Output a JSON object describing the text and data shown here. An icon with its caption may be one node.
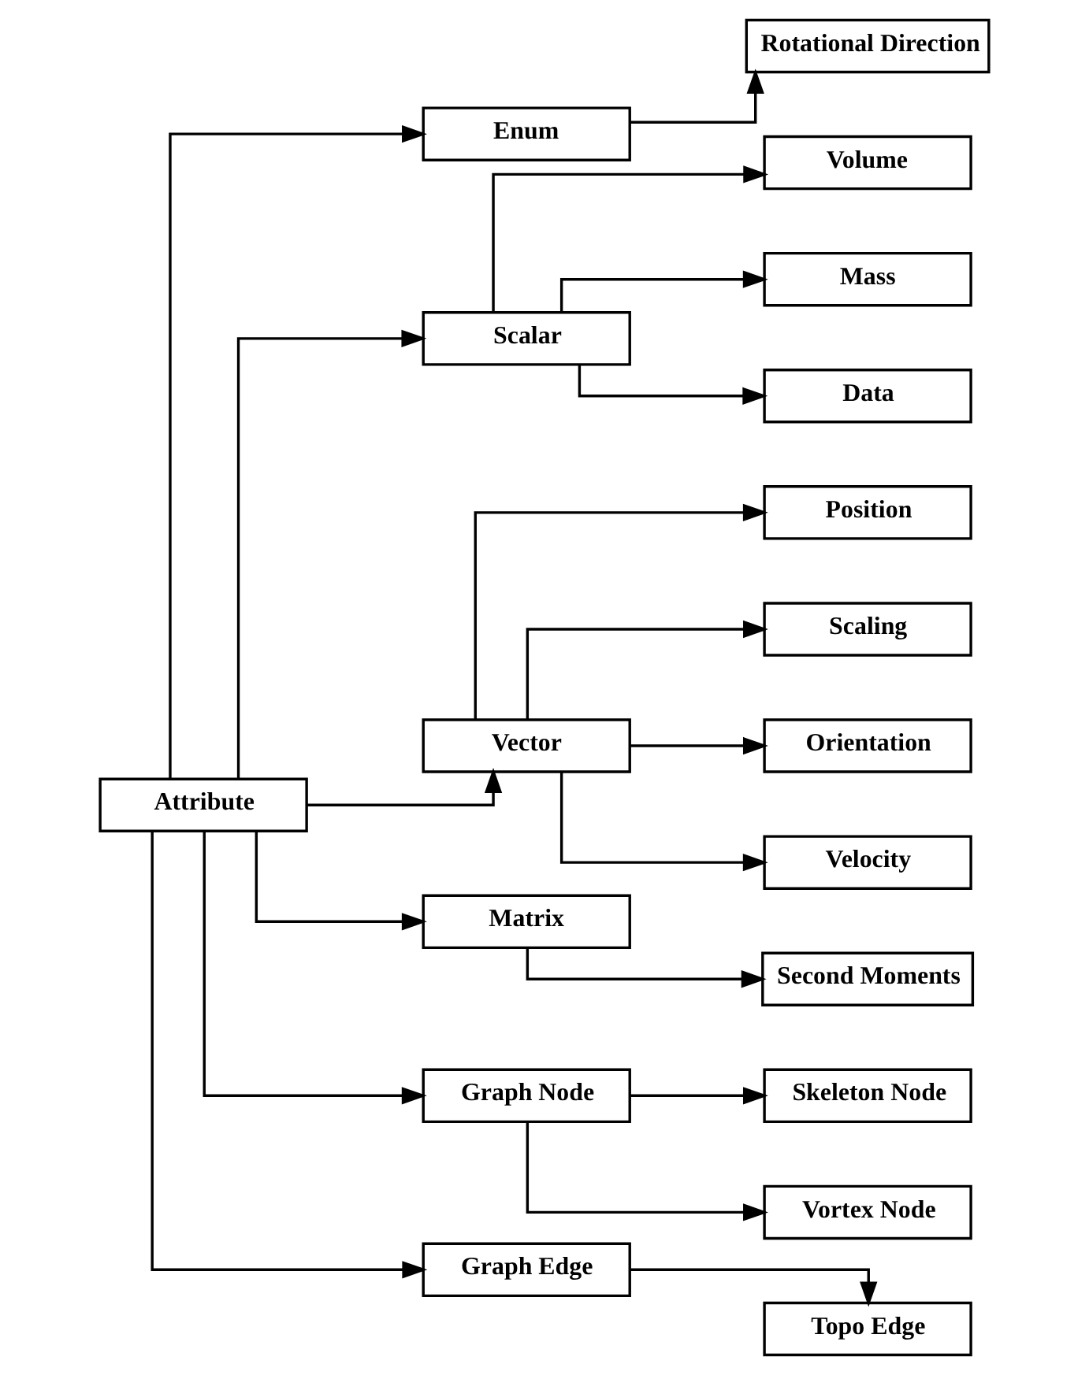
{
  "diagram": {
    "nodes": [
      {
        "text": [
          "Attribute"
        ]
      },
      {
        "text": [
          "Enum"
        ]
      },
      {
        "text": [
          "Rotational Direction"
        ]
      },
      {
        "text": [
          "Scalar"
        ]
      },
      {
        "text": [
          "Volume"
        ]
      },
      {
        "text": [
          "Mass"
        ]
      },
      {
        "text": [
          "Data"
        ]
      },
      {
        "text": [
          "Vector"
        ]
      },
      {
        "text": [
          "Position"
        ]
      },
      {
        "text": [
          "Scaling"
        ]
      },
      {
        "text": [
          "Orientation"
        ]
      },
      {
        "text": [
          "Velocity"
        ]
      },
      {
        "text": [
          "Matrix"
        ]
      },
      {
        "text": [
          "Second Moments"
        ]
      },
      {
        "text": [
          "Graph Node"
        ]
      },
      {
        "text": [
          "Skeleton Node"
        ]
      },
      {
        "text": [
          "Vortex Node"
        ]
      },
      {
        "text": [
          "Graph Edge"
        ]
      },
      {
        "text": [
          "Topo Edge"
        ]
      }
    ],
    "edges": [
      {
        "from": 0,
        "to": 1,
        "arrow": "to"
      },
      {
        "from": 0,
        "to": 3,
        "arrow": "to"
      },
      {
        "from": 0,
        "to": 7,
        "arrow": "to"
      },
      {
        "from": 0,
        "to": 12,
        "arrow": "to"
      },
      {
        "from": 0,
        "to": 14,
        "arrow": "to"
      },
      {
        "from": 0,
        "to": 17,
        "arrow": "to"
      },
      {
        "from": 1,
        "to": 2,
        "arrow": "to"
      },
      {
        "from": 3,
        "to": 4,
        "arrow": "to"
      },
      {
        "from": 3,
        "to": 5,
        "arrow": "to"
      },
      {
        "from": 3,
        "to": 6,
        "arrow": "to"
      },
      {
        "from": 7,
        "to": 8,
        "arrow": "to"
      },
      {
        "from": 7,
        "to": 9,
        "arrow": "to"
      },
      {
        "from": 7,
        "to": 10,
        "arrow": "to"
      },
      {
        "from": 7,
        "to": 11,
        "arrow": "to"
      },
      {
        "from": 12,
        "to": 13,
        "arrow": "to"
      },
      {
        "from": 14,
        "to": 15,
        "arrow": "to"
      },
      {
        "from": 14,
        "to": 16,
        "arrow": "to"
      },
      {
        "from": 17,
        "to": 18,
        "arrow": "to"
      }
    ]
  }
}
